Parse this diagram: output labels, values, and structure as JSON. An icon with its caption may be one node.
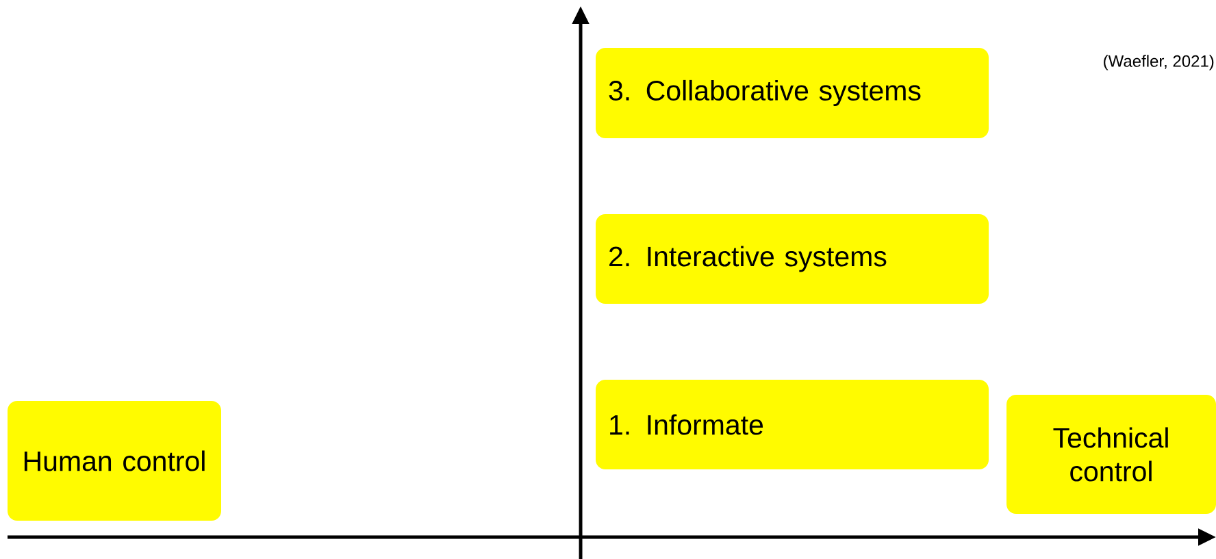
{
  "diagram": {
    "nodes": [
      {
        "text": [
          "3. Collaborative systems"
        ]
      },
      {
        "text": [
          "2. Interactive systems"
        ]
      },
      {
        "text": [
          "1. Informate"
        ]
      },
      {
        "text": [
          "Human control"
        ]
      },
      {
        "text": [
          "Technical control"
        ]
      }
    ],
    "labels": [
      "(Waefler, 2021)"
    ]
  }
}
